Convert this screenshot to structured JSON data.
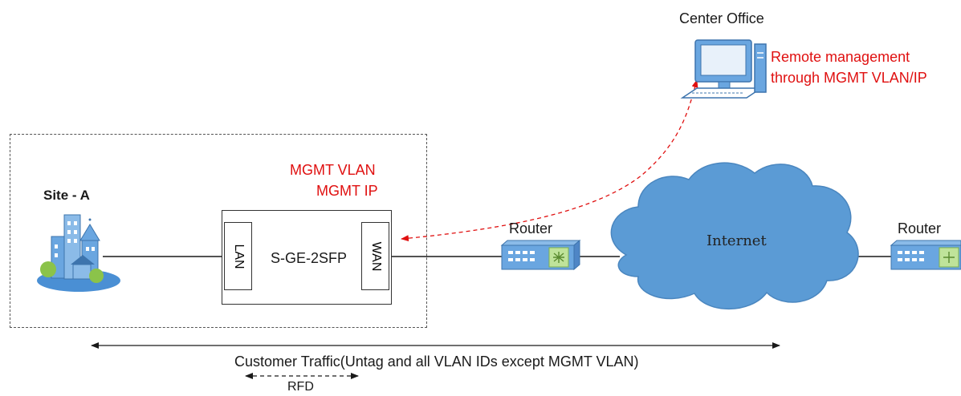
{
  "center_office": {
    "label": "Center Office",
    "note_line1": "Remote management",
    "note_line2": "through MGMT VLAN/IP"
  },
  "site": {
    "label": "Site - A",
    "mgmt_vlan": "MGMT VLAN",
    "mgmt_ip": "MGMT IP"
  },
  "device": {
    "name": "S-GE-2SFP",
    "lan_port": "LAN",
    "wan_port": "WAN"
  },
  "router_left": {
    "label": "Router"
  },
  "router_right": {
    "label": "Router"
  },
  "cloud": {
    "label": "Internet"
  },
  "traffic": {
    "label": "Customer Traffic(Untag and all VLAN IDs except MGMT VLAN)"
  },
  "rfd": {
    "label": "RFD"
  },
  "colors": {
    "annotation_red": "#e01010",
    "cloud_blue": "#5b9bd5",
    "router_blue": "#6aa6e0",
    "line": "#1a1a1a"
  }
}
